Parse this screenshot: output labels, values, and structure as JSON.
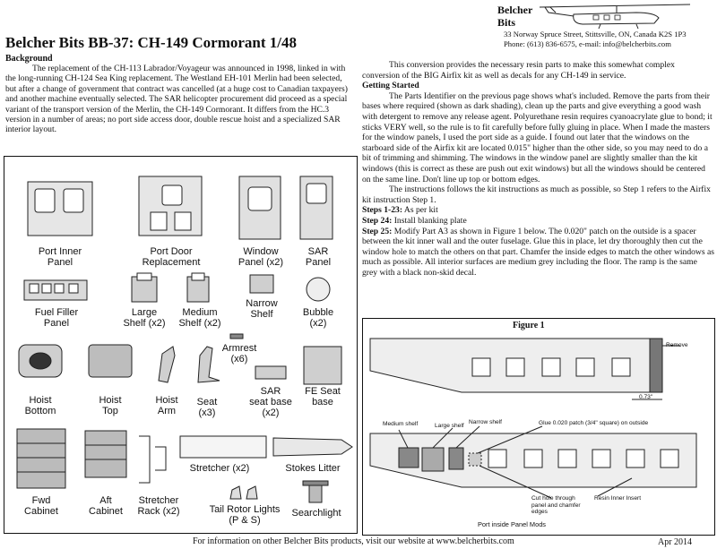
{
  "company": {
    "name_line1": "Belcher",
    "name_line2": "Bits",
    "address": "33 Norway Spruce Street, Stittsville, ON, Canada K2S 1P3",
    "contact": "Phone: (613) 836-6575, e-mail: info@belcherbits.com"
  },
  "title": "Belcher Bits BB-37: CH-149 Cormorant 1/48",
  "background": {
    "heading": "Background",
    "text": "The replacement of the CH-113 Labrador/Voyageur was announced in 1998, linked in with the long-running CH-124 Sea King replacement. The Westland EH-101 Merlin had been selected, but after a change of government that contract was cancelled (at a huge cost to Canadian taxpayers) and another machine eventually selected. The SAR helicopter procurement did proceed as a special variant of the transport version of the Merlin, the CH-149 Cormorant. It differs from the HC.3 version in a number of areas; no port side access door, double rescue hoist and a specialized SAR interior layout."
  },
  "intro": "This conversion provides the necessary resin parts to make this somewhat complex conversion of the BIG Airfix kit as well as decals for any CH-149 in service.",
  "getting_started": {
    "heading": "Getting Started",
    "para1": "The Parts Identifier on the previous page shows what's included. Remove the parts from their bases where required (shown as dark shading), clean up the parts and give everything a good wash with detergent to remove any release agent. Polyurethane resin requires cyanoacrylate glue to bond; it sticks VERY well, so the rule is to fit carefully before fully gluing in place. When I made the masters for the window panels, I used the port side as a guide. I found out later that the windows on the starboard side of the Airfix kit are located 0.015\" higher than the other side, so you may need to do a bit of trimming and shimming. The windows in the window panel are slightly smaller than the kit windows (this is correct as these are push out exit windows) but all the windows should be centered on the same line. Don't line up top or bottom edges.",
    "para2": "The instructions follows the kit instructions as much as possible, so Step 1 refers to the Airfix kit instruction Step 1.",
    "step1_label": "Steps 1-23:",
    "step1_text": "As per kit",
    "step24_label": "Step 24:",
    "step24_text": "Install blanking plate",
    "step25_label": "Step 25:",
    "step25_text": "Modify Part A3 as shown in Figure 1 below. The 0.020\" patch on the outside is a spacer between the kit inner wall and the outer fuselage. Glue this in place, let dry thoroughly then cut the window hole to match the others on that part. Chamfer the inside edges to match the other windows as much as possible. All interior surfaces are medium grey including the floor. The ramp is the same grey with a black non-skid decal."
  },
  "parts": [
    {
      "l1": "Port Inner",
      "l2": "Panel"
    },
    {
      "l1": "Port Door",
      "l2": "Replacement"
    },
    {
      "l1": "Window",
      "l2": "Panel (x2)"
    },
    {
      "l1": "SAR",
      "l2": "Panel"
    },
    {
      "l1": "Fuel Filler",
      "l2": "Panel"
    },
    {
      "l1": "Large",
      "l2": "Shelf (x2)"
    },
    {
      "l1": "Medium",
      "l2": "Shelf (x2)"
    },
    {
      "l1": "Narrow",
      "l2": "Shelf"
    },
    {
      "l1": "Bubble",
      "l2": "(x2)"
    },
    {
      "l1": "Armrest",
      "l2": "(x6)"
    },
    {
      "l1": "Hoist",
      "l2": "Bottom"
    },
    {
      "l1": "Hoist",
      "l2": "Top"
    },
    {
      "l1": "Hoist",
      "l2": "Arm"
    },
    {
      "l1": "Seat",
      "l2": "(x3)"
    },
    {
      "l1": "SAR",
      "l2": "seat base",
      "l3": "(x2)"
    },
    {
      "l1": "FE Seat",
      "l2": "base"
    },
    {
      "l1": "Fwd",
      "l2": "Cabinet"
    },
    {
      "l1": "Aft",
      "l2": "Cabinet"
    },
    {
      "l1": "Stretcher",
      "l2": "Rack (x2)"
    },
    {
      "l1": "Stretcher (x2)"
    },
    {
      "l1": "Stokes Litter"
    },
    {
      "l1": "Tail Rotor Lights",
      "l2": "(P & S)"
    },
    {
      "l1": "Searchlight"
    }
  ],
  "figure": {
    "title": "Figure 1",
    "remove": "Remove",
    "dimension": "0.73\"",
    "medium_shelf": "Medium shelf",
    "large_shelf": "Large shelf",
    "narrow_shelf": "Narrow shelf",
    "glue_patch": "Glue 0.020 patch (3/4\" square) on outside",
    "cut_hole": "Cut hole through panel and chamfer edges",
    "resin_insert": "Resin Inner Insert",
    "caption": "Port inside Panel Mods"
  },
  "footer": {
    "text": "For information on other Belcher Bits products, visit our website at www.belcherbits.com",
    "date": "Apr 2014"
  }
}
